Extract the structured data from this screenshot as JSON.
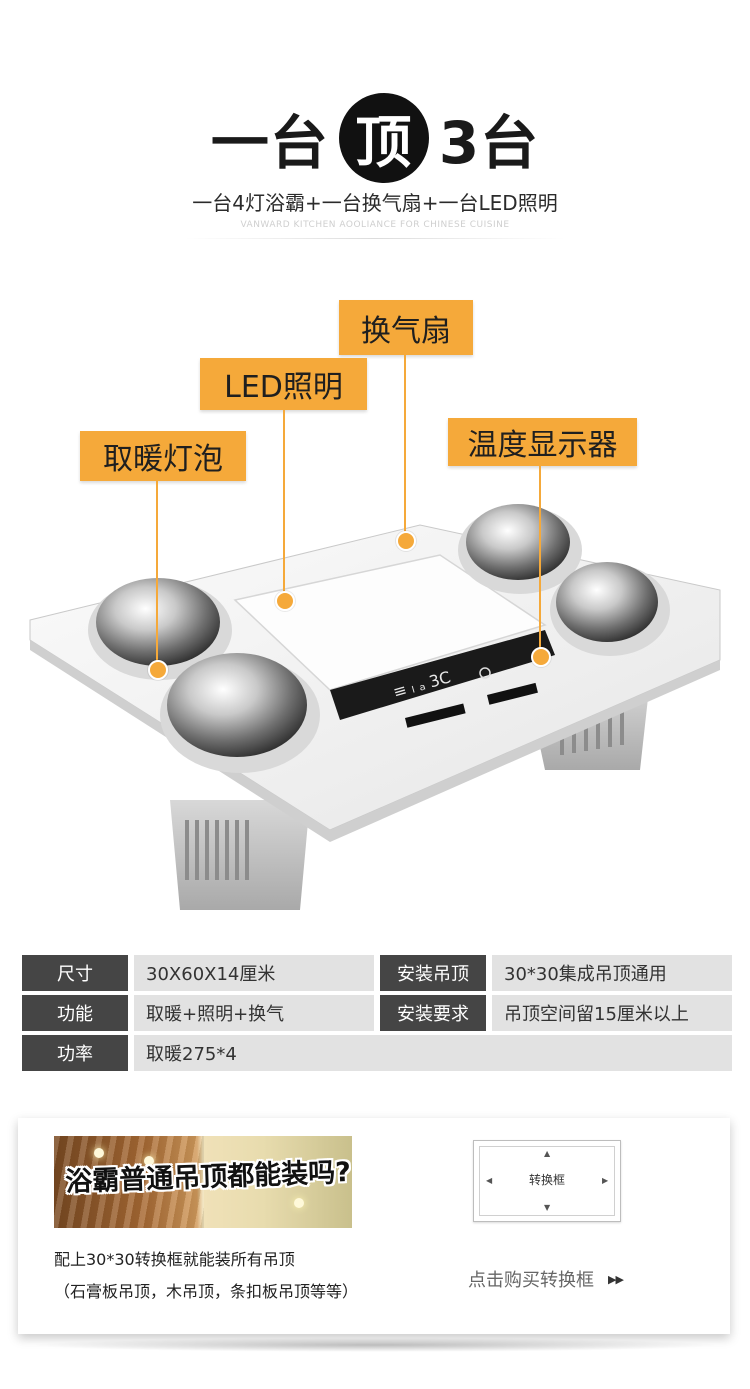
{
  "header": {
    "headline_left": "一台",
    "headline_circle": "顶",
    "headline_right": "3台",
    "subtitle": "一台4灯浴霸+一台换气扇+一台LED照明",
    "tagline": "VANWARD KITCHEN AOOLIANCE FOR CHINESE CUISINE"
  },
  "callouts": {
    "fan": "换气扇",
    "led": "LED照明",
    "lamp": "取暖灯泡",
    "display": "温度显示器"
  },
  "specs": [
    {
      "key": "尺寸",
      "value": "30X60X14厘米",
      "key2": "安装吊顶",
      "value2": "30*30集成吊顶通用"
    },
    {
      "key": "功能",
      "value": "取暖+照明+换气",
      "key2": "安装要求",
      "value2": "吊顶空间留15厘米以上"
    },
    {
      "key": "功率",
      "value": "取暖275*4"
    }
  ],
  "card": {
    "photo_title": "浴霸普通吊顶都能装吗?",
    "line1": "配上30*30转换框就能装所有吊顶",
    "line2": "（石膏板吊顶，木吊顶，条扣板吊顶等等）",
    "frame_label": "转换框",
    "buy_link": "点击购买转换框",
    "buy_icon": "fast-forward-icon"
  },
  "colors": {
    "accent": "#f5a93a",
    "spec_key_bg": "#454545",
    "spec_val_bg": "#e2e2e2"
  }
}
